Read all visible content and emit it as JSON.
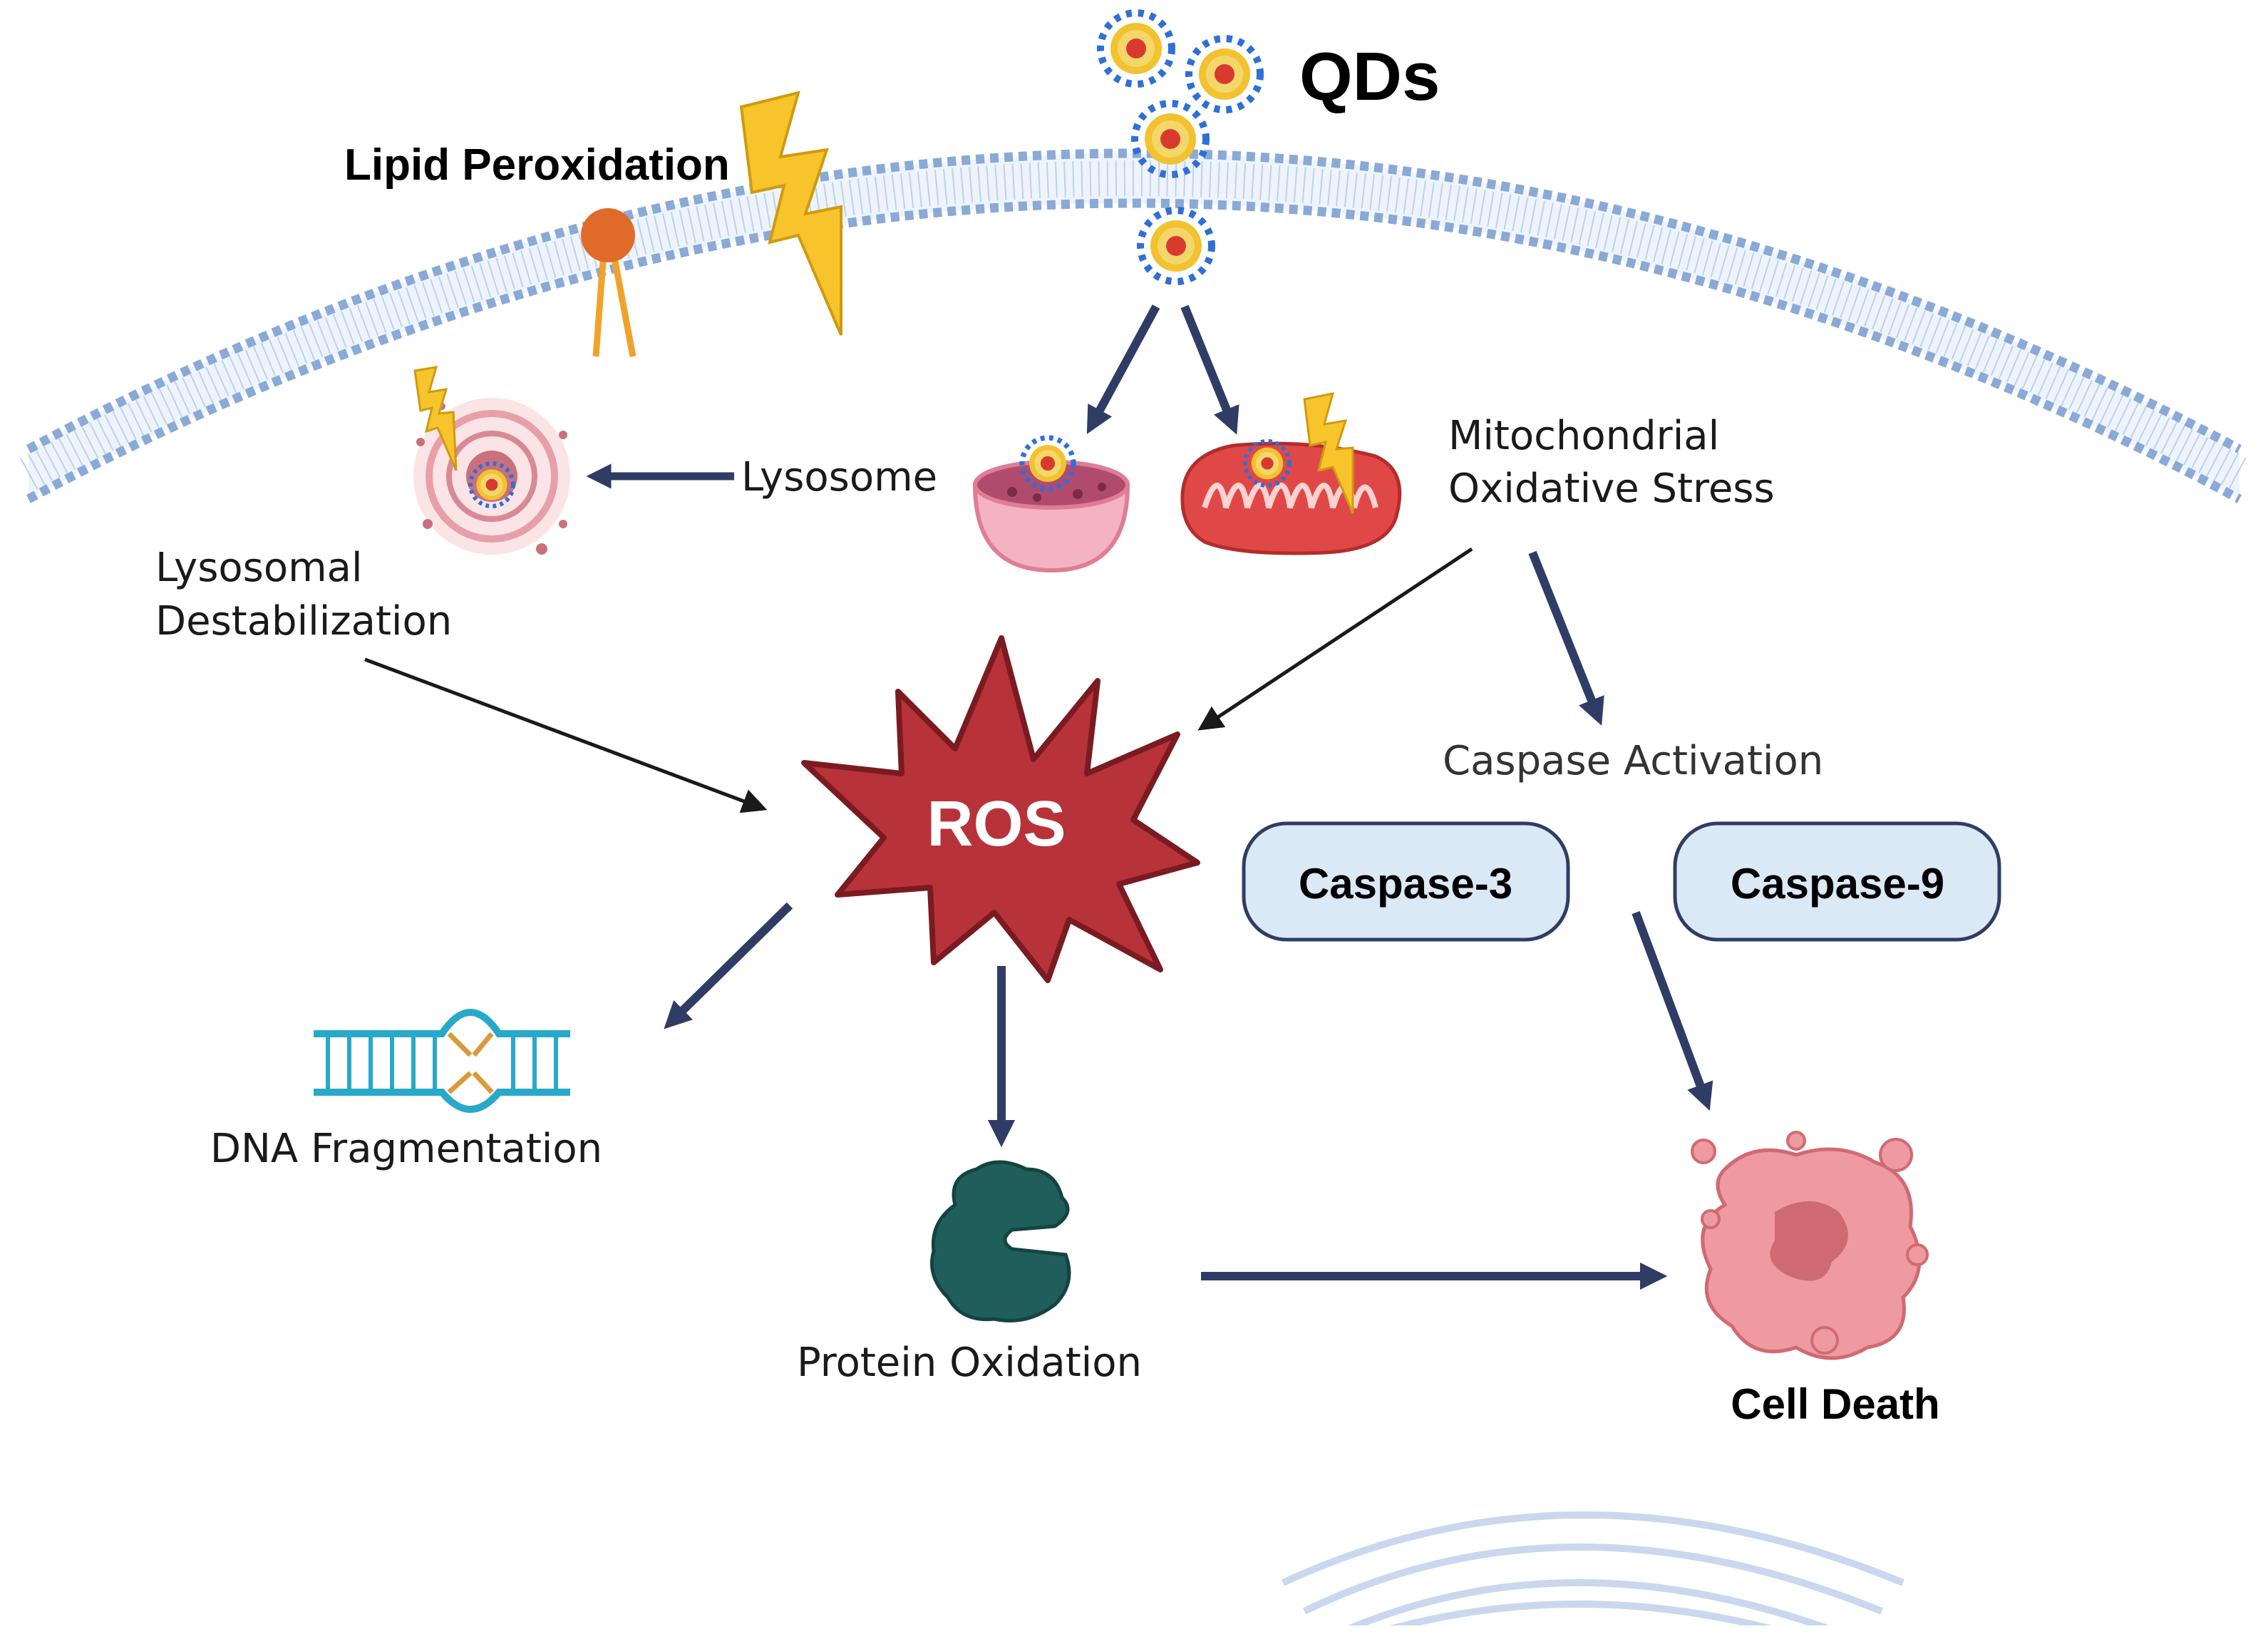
{
  "labels": {
    "qds": "QDs",
    "lipid_peroxidation": "Lipid Peroxidation",
    "lysosome": "Lysosome",
    "mito_line1": "Mitochondrial",
    "mito_line2": "Oxidative Stress",
    "lyso_destab_line1": "Lysosomal",
    "lyso_destab_line2": "Destabilization",
    "ros": "ROS",
    "caspase_activation": "Caspase Activation",
    "caspase3": "Caspase-3",
    "caspase9": "Caspase-9",
    "dna_fragmentation": "DNA Fragmentation",
    "protein_oxidation": "Protein Oxidation",
    "cell_death": "Cell Death"
  },
  "colors": {
    "arrow_navy": "#2f3d66",
    "arrow_thin": "#1a1a1a",
    "membrane": "#8aa9d6",
    "ros_fill": "#b8323a",
    "ros_stroke": "#7a1b22",
    "caspase_fill": "#dbe9f7",
    "caspase_stroke": "#2f3d66",
    "bolt": "#f7c52b",
    "protein": "#1f5e5b",
    "cell_death": "#ee9aa0",
    "mitochondria": "#e04848",
    "lysosome_cup": "#e98aa0",
    "dna": "#29a9c9"
  },
  "icons": [
    "qd-nanoparticle-icon",
    "lightning-icon",
    "lipid-icon",
    "lysosome-icon",
    "mitochondria-icon",
    "damaged-lysosome-icon",
    "dna-icon",
    "protein-icon",
    "apoptotic-cell-icon",
    "golgi-icon"
  ]
}
